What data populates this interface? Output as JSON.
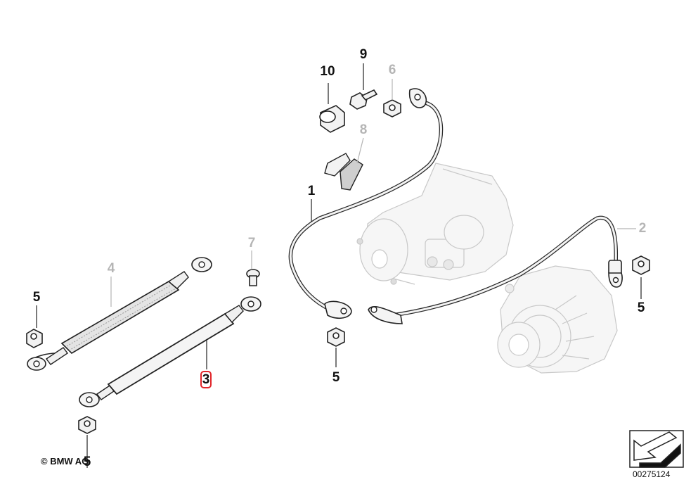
{
  "callouts": {
    "c1": {
      "num": "1"
    },
    "c2": {
      "num": "2"
    },
    "c3": {
      "num": "3"
    },
    "c4": {
      "num": "4"
    },
    "c5a": {
      "num": "5"
    },
    "c5b": {
      "num": "5"
    },
    "c5c": {
      "num": "5"
    },
    "c5d": {
      "num": "5"
    },
    "c6": {
      "num": "6"
    },
    "c7": {
      "num": "7"
    },
    "c8": {
      "num": "8"
    },
    "c9": {
      "num": "9"
    },
    "c10": {
      "num": "10"
    }
  },
  "highlight_color": "#e1252a",
  "footer": {
    "copyright": "© BMW AG",
    "diagram_no": "00275124"
  }
}
